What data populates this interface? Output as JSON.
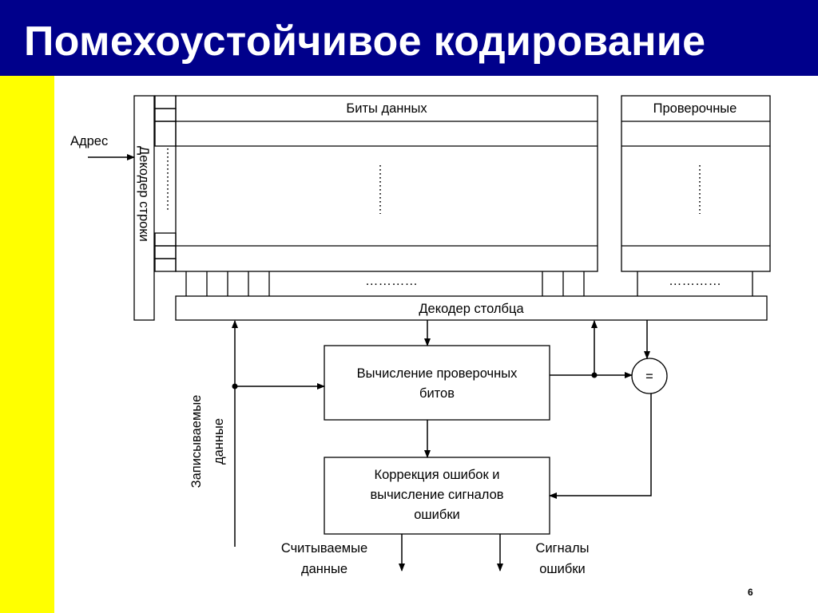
{
  "slide": {
    "title": "Помехоустойчивое кодирование",
    "page_number": "6"
  },
  "diagram": {
    "data_bits_label": "Биты данных",
    "check_bits_label": "Проверочные",
    "address_label": "Адрес",
    "row_decoder_label": "Декодер строки",
    "column_decoder_label": "Декодер столбца",
    "check_compute_lines": [
      "Вычисление проверочных",
      "битов"
    ],
    "correction_lines": [
      "Коррекция ошибок и",
      "вычисление сигналов",
      "ошибки"
    ],
    "compare_symbol": "=",
    "written_data_lines": [
      "Записываемые",
      "данные"
    ],
    "read_data_lines": [
      "Считываемые",
      "данные"
    ],
    "error_signals_lines": [
      "Сигналы",
      "ошибки"
    ],
    "ellipsis": "…………"
  },
  "colors": {
    "title_bar": "#00008b",
    "title_text": "#ffffff",
    "side_strip": "#ffff00",
    "lines": "#000000"
  }
}
